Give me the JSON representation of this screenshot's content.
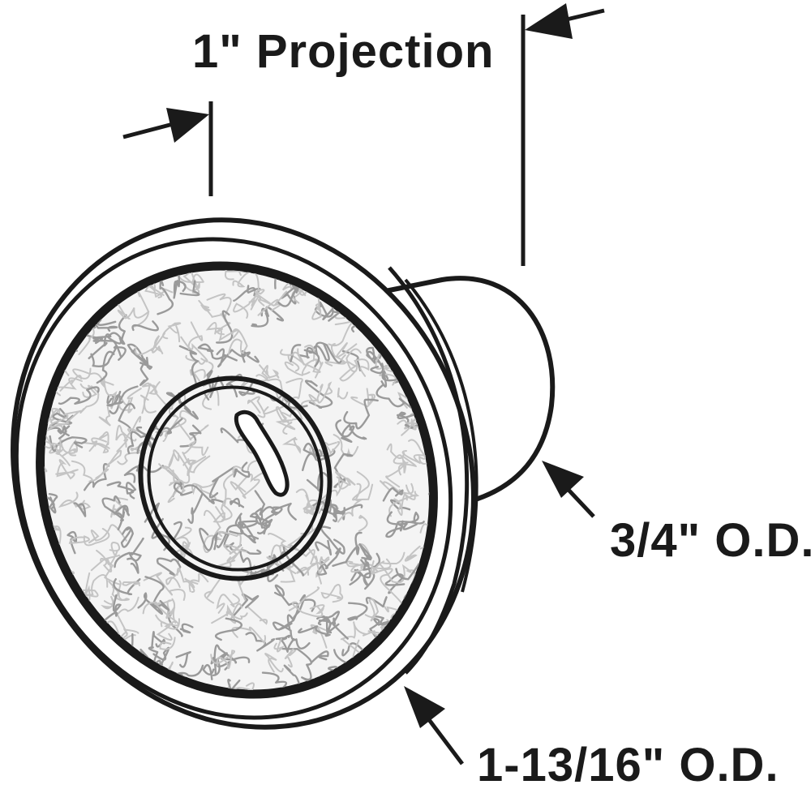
{
  "diagram": {
    "labels": {
      "projection": "1\" Projection",
      "stem_od": "3/4\" O.D.",
      "cap_od": "1-13/16\" O.D."
    },
    "colors": {
      "line": "#1a1a1a",
      "felt": "#9a9a9a",
      "background": "#ffffff"
    }
  }
}
